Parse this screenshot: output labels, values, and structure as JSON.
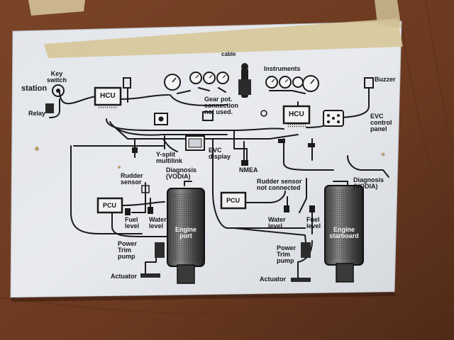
{
  "diagram": {
    "header_partial": "cable",
    "station_partial": "station",
    "key_switch": "Key\nswitch",
    "relay": "Relay",
    "instruments": "Instruments",
    "buzzer": "Buzzer",
    "gear_pot": "Gear pot.\nconnection\nnot used.",
    "hcu_left": "HCU",
    "hcu_right": "HCU",
    "evc_control_panel": "EVC\ncontrol\npanel",
    "y_split": "Y-split\nmultilink",
    "evc_display": "EVC\ndisplay",
    "nmea": "NMEA",
    "rudder_sensor_port": "Rudder\nsensor",
    "diagnosis_port": "Diagnosis\n(VODIA)",
    "pcu_port": "PCU",
    "fuel_level_port": "Fuel\nlevel",
    "water_level_port": "Water\nlevel",
    "engine_port": "Engine\nport",
    "power_trim_port": "Power\nTrim\npump",
    "actuator_port": "Actuator",
    "rudder_sensor_stbd": "Rudder sensor\nnot connected",
    "diagnosis_stbd": "Diagnosis\n(VODIA)",
    "pcu_stbd": "PCU",
    "water_level_stbd": "Water\nlevel",
    "fuel_level_stbd": "Fuel\nlevel",
    "engine_stbd": "Engine\nstarboard",
    "power_trim_stbd": "Power\nTrim\npump",
    "actuator_stbd": "Actuator"
  },
  "colors": {
    "wall": "#6b3a22",
    "paper": "#e4e7ec",
    "ink": "#161616",
    "tape": "#d9c79a"
  }
}
